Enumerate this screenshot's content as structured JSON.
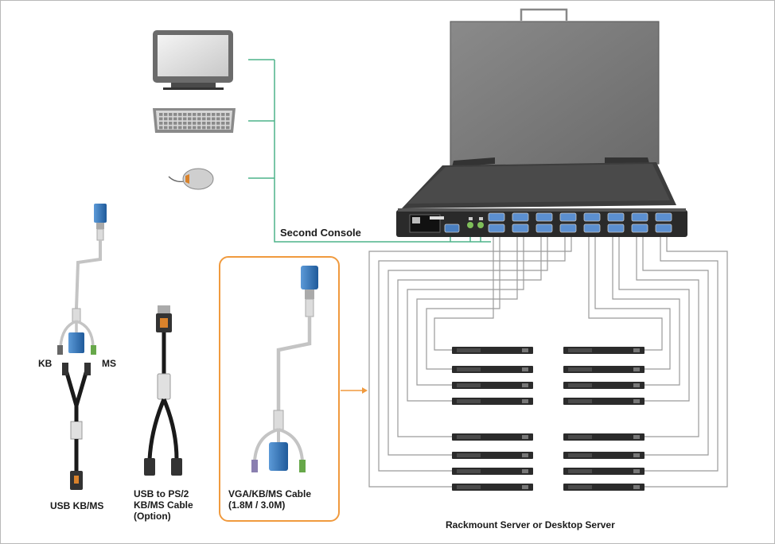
{
  "labels": {
    "second_console": "Second Console",
    "kb": "KB",
    "ms": "MS",
    "usb_kb_ms": "USB KB/MS",
    "usb_ps2_line1": "USB to PS/2",
    "usb_ps2_line2": "KB/MS Cable",
    "usb_ps2_line3": "(Option)",
    "vga_line1": "VGA/KB/MS Cable",
    "vga_line2": "(1.8M / 3.0M)",
    "servers": "Rackmount Server or Desktop Server"
  },
  "devices": {
    "second_console_devices": [
      "monitor-icon",
      "keyboard-icon",
      "mouse-icon"
    ],
    "kvm_vga_ports": 16,
    "servers_left_column": 8,
    "servers_right_column": 8
  },
  "colors": {
    "console_link": "#4db38a",
    "highlight_box": "#f09a3e",
    "server_cable": "#9a9a9a",
    "vga_connector": "#2f6fb5",
    "kvm_body": "#2a2a2a",
    "lcd_lid": "#7a7a7a"
  }
}
